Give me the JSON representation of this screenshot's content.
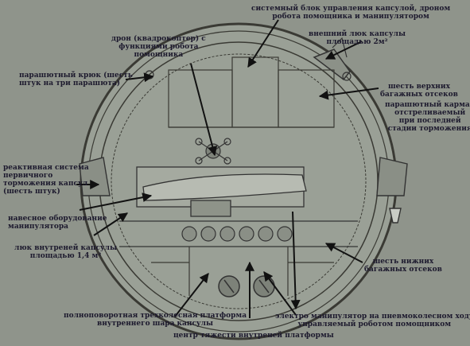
{
  "labels": {
    "system_unit": "системный блок управления капсулой, дроном\nробота помощника и манипулятором",
    "outer_hatch": "внешний люк капсулы\nплощадью 2м²",
    "drone": "дрон (квадрокоптер) с\nфункциями робота\nпомощника",
    "parachute_hook": "парашютный крюк (шесть\nштук на три парашюта)",
    "upper_bays": "шесть верхних\nбагажных отсеков",
    "parachute_pocket": "парашютный карман\nотстреливаемый\nпри последней\nстадии торможения",
    "jet_system": "реактивная система\nпервичного\nторможения капсул\n(шесть штук)",
    "mounted_equipment": "навесное оборудование\nманипулятора",
    "inner_hatch": "люк внутреней капсулы\nплощадью 1,4 м²",
    "lower_bays": "шесть нижних\nбагажных отсеков",
    "platform": "полноповоротная трехколесная платформа\nвнутреннего шара капсулы",
    "electro_manipulator": "электро манипулятор на пневмоколесном ходу\nуправляемый роботом помощником",
    "center_of_gravity": "центр тяжести внутреней платформы"
  }
}
